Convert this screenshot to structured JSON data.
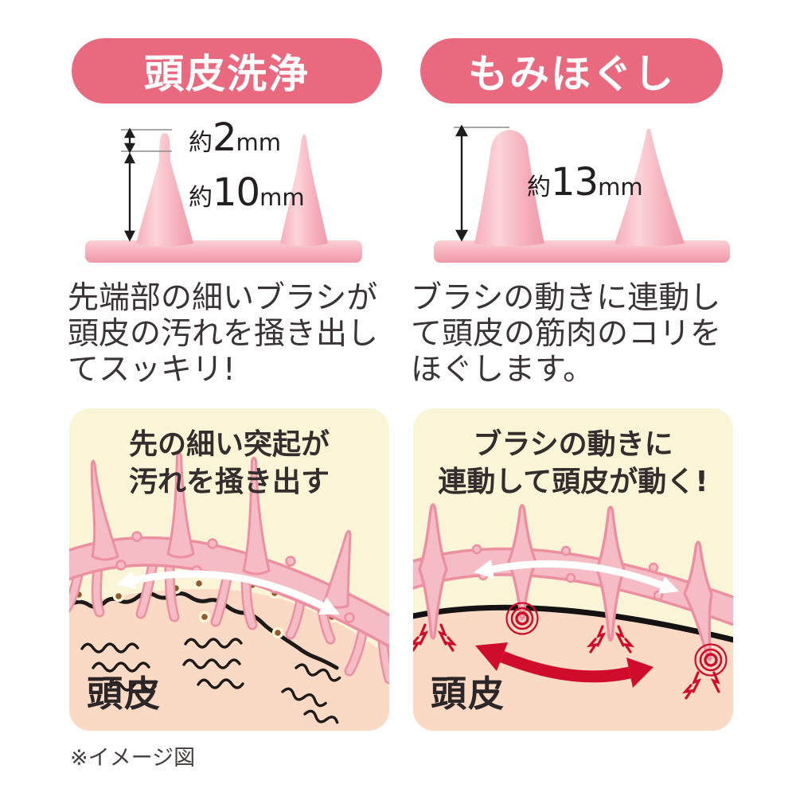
{
  "colors": {
    "accent_pink": "#E96A7F",
    "panel_cream": "#FBF5D8",
    "scalp_peach": "#FAD9C5",
    "bristle_pink": "#F5BCC5",
    "bristle_outline": "#EC8FA0",
    "red_accent": "#CF0D2B",
    "dirt_brown": "#8E5B2E",
    "text_dark": "#3B3436"
  },
  "left": {
    "badge": "頭皮洗浄",
    "dim_tip": {
      "prefix": "約",
      "value": "2",
      "unit": "mm"
    },
    "dim_body": {
      "prefix": "約",
      "value": "10",
      "unit": "mm"
    },
    "desc_lines": [
      "先端部の細いブラシが",
      "頭皮の汚れを掻き出し",
      "てスッキリ!"
    ],
    "panel_title_lines": [
      "先の細い突起が",
      "汚れを掻き出す"
    ],
    "scalp_label": "頭皮"
  },
  "right": {
    "badge": "もみほぐし",
    "dim": {
      "prefix": "約",
      "value": "13",
      "unit": "mm"
    },
    "desc_lines": [
      "ブラシの動きに連動し",
      "て頭皮の筋肉のコリを",
      "ほぐします。"
    ],
    "panel_title_lines": [
      "ブラシの動きに",
      "連動して頭皮が動く!"
    ],
    "scalp_label": "頭皮"
  },
  "footer": {
    "note": "※イメージ図"
  }
}
